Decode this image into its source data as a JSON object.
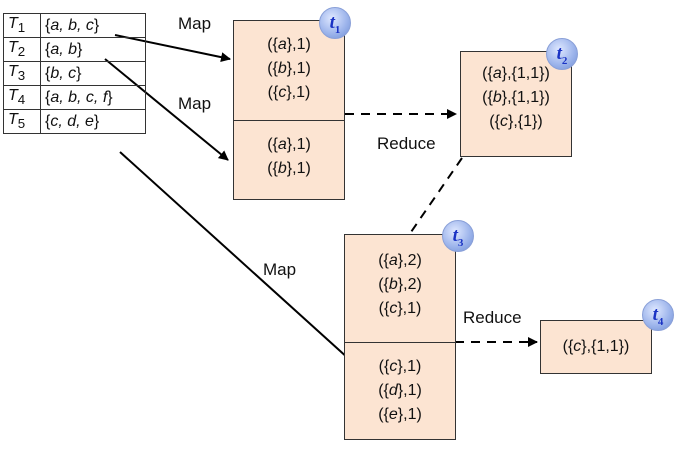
{
  "transactions": [
    {
      "id": "T",
      "sub": "1",
      "items": "a, b, c"
    },
    {
      "id": "T",
      "sub": "2",
      "items": "a, b"
    },
    {
      "id": "T",
      "sub": "3",
      "items": "b, c"
    },
    {
      "id": "T",
      "sub": "4",
      "items": "a, b, c, f"
    },
    {
      "id": "T",
      "sub": "5",
      "items": "c, d, e"
    }
  ],
  "labels": {
    "map1": "Map",
    "map2": "Map",
    "map3": "Map",
    "reduce1": "Reduce",
    "reduce2": "Reduce"
  },
  "t1": {
    "badge": "t",
    "sub": "1",
    "top": [
      [
        "a",
        "1"
      ],
      [
        "b",
        "1"
      ],
      [
        "c",
        "1"
      ]
    ],
    "bottom": [
      [
        "a",
        "1"
      ],
      [
        "b",
        "1"
      ]
    ]
  },
  "t2": {
    "badge": "t",
    "sub": "2",
    "lines": [
      [
        "a",
        "{1,1}"
      ],
      [
        "b",
        "{1,1}"
      ],
      [
        "c",
        "{1}"
      ]
    ]
  },
  "t3": {
    "badge": "t",
    "sub": "3",
    "top": [
      [
        "a",
        "2"
      ],
      [
        "b",
        "2"
      ],
      [
        "c",
        "1"
      ]
    ],
    "bottom": [
      [
        "c",
        "1"
      ],
      [
        "d",
        "1"
      ],
      [
        "e",
        "1"
      ]
    ]
  },
  "t4": {
    "badge": "t",
    "sub": "4",
    "lines": [
      [
        "c",
        "{1,1}"
      ]
    ]
  }
}
